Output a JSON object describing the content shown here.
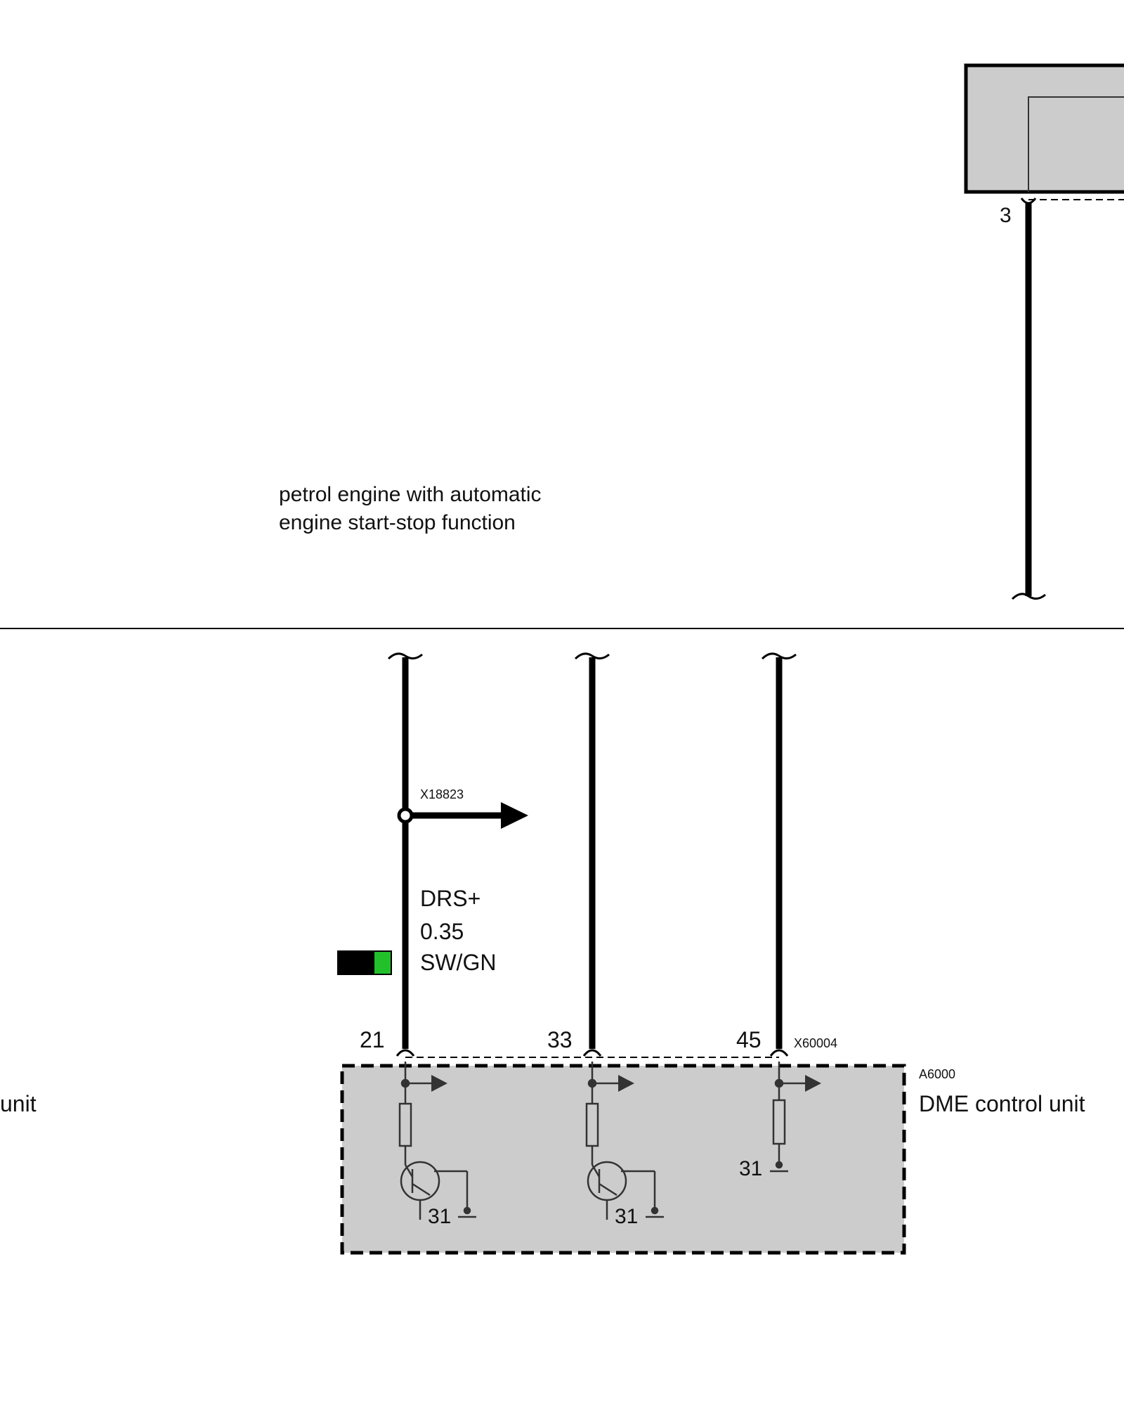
{
  "note": {
    "line1": "petrol engine with automatic",
    "line2": "engine start-stop function"
  },
  "top_component": {
    "pin": "3"
  },
  "wire": {
    "signal": "DRS+",
    "cross_section": "0.35",
    "color_code": "SW/GN",
    "swatch_colors": [
      "#000000",
      "#22c02a"
    ]
  },
  "connector_ref": "X18823",
  "control_unit": {
    "connector": "X60004",
    "ref": "A6000",
    "name": "DME control unit",
    "left_cut_label": "unit",
    "pins": [
      "21",
      "33",
      "45"
    ],
    "ground_label": "31",
    "fill_color": "#cccccc"
  }
}
